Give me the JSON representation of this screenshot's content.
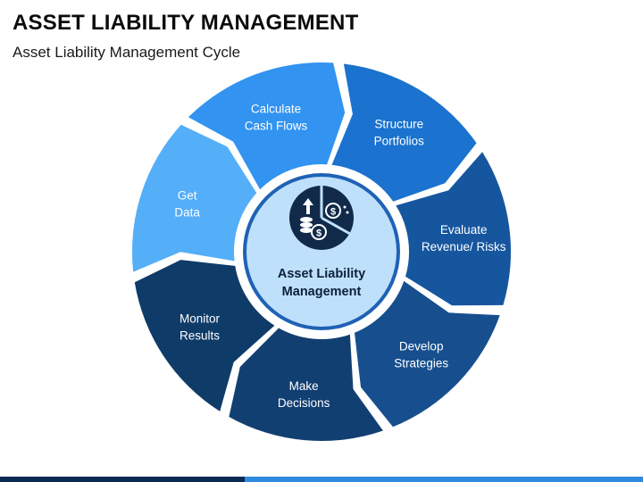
{
  "page": {
    "title": "ASSET LIABILITY MANAGEMENT",
    "subtitle": "Asset Liability Management Cycle"
  },
  "center": {
    "label_line1": "Asset Liability",
    "label_line2": "Management",
    "icon": "finance-icon"
  },
  "steps": [
    {
      "line1": "Get",
      "line2": "Data",
      "color": "#54aef8"
    },
    {
      "line1": "Calculate",
      "line2": "Cash Flows",
      "color": "#3293f0"
    },
    {
      "line1": "Structure",
      "line2": "Portfolios",
      "color": "#1b72cf"
    },
    {
      "line1": "Evaluate",
      "line2": "Revenue/ Risks",
      "color": "#16569f"
    },
    {
      "line1": "Develop",
      "line2": "Strategies",
      "color": "#174f8e"
    },
    {
      "line1": "Make",
      "line2": "Decisions",
      "color": "#123f72"
    },
    {
      "line1": "Monitor",
      "line2": "Results",
      "color": "#0f3b68"
    }
  ],
  "colors": {
    "center_fill": "#bfe0fb",
    "center_ring": "#1f62b5",
    "icon": "#112a4a"
  }
}
